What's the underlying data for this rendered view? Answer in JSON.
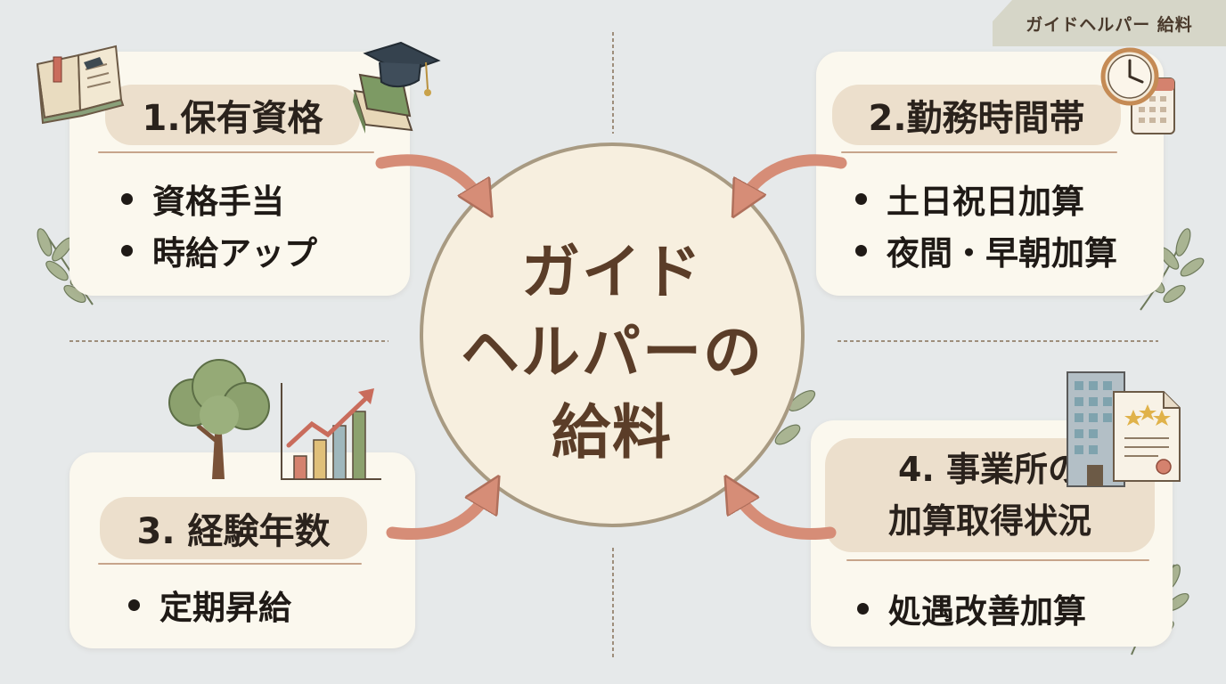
{
  "corner_tag": "ガイドヘルパー 給料",
  "center": {
    "lines": [
      "ガイド",
      "ヘルパーの",
      "給料"
    ]
  },
  "boxes": [
    {
      "title": "1.保有資格",
      "bullets": [
        "資格手当",
        "時給アップ"
      ]
    },
    {
      "title": "2.勤務時間帯",
      "bullets": [
        "土日祝日加算",
        "夜間・早朝加算"
      ]
    },
    {
      "title": "3. 経験年数",
      "bullets": [
        "定期昇給"
      ]
    },
    {
      "title_lines": [
        "4. 事業所の",
        "加算取得状況"
      ],
      "bullets": [
        "処遇改善加算"
      ]
    }
  ],
  "colors": {
    "background": "#e6e9ea",
    "card": "#fbf8ee",
    "pill": "#ecdfcc",
    "arrow": "#d68d77",
    "center_text": "#5b3d28"
  }
}
